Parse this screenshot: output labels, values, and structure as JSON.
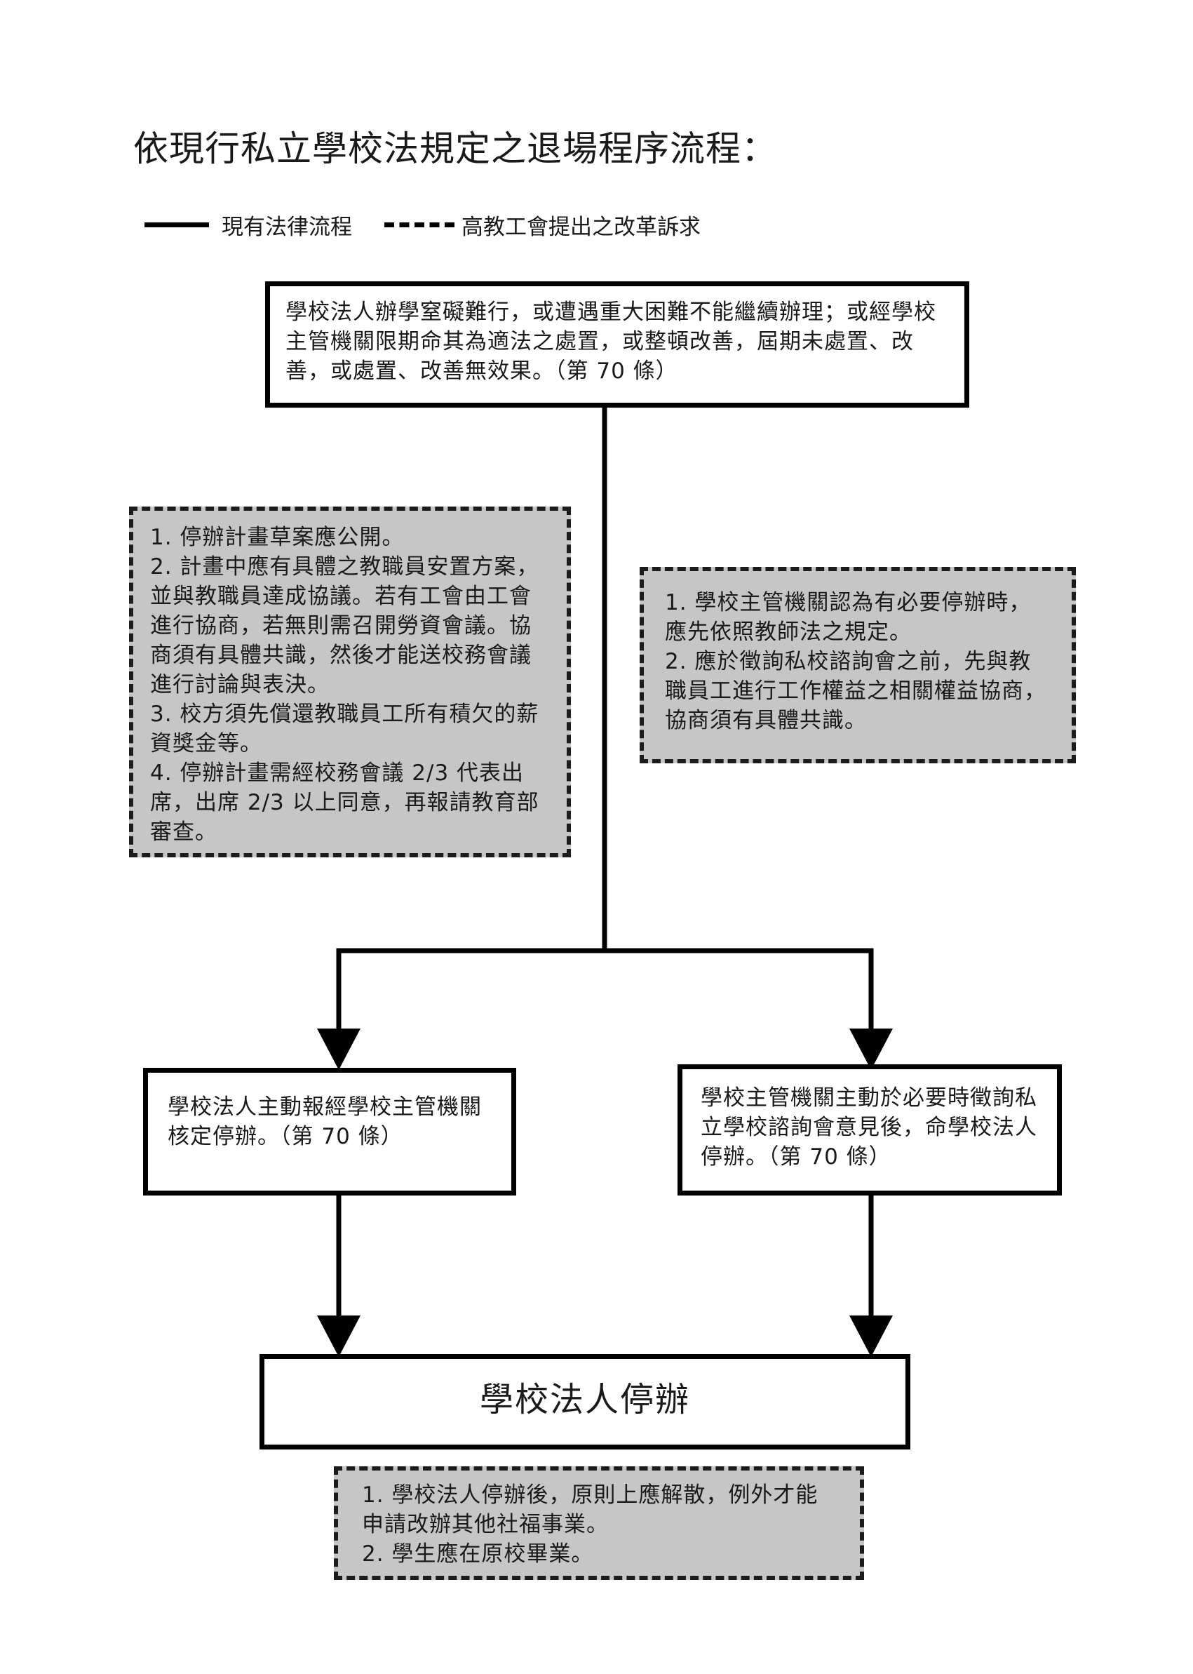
{
  "title": "依現行私立學校法規定之退場程序流程：",
  "legend": {
    "solid_label": "現有法律流程",
    "dashed_label": "高教工會提出之改革訴求"
  },
  "boxes": {
    "top": "學校法人辦學窒礙難行，或遭遇重大困難不能繼續辦理；或經學校主管機關限期命其為適法之處置，或整頓改善，屆期未處置、改善，或處置、改善無效果。（第 70 條）",
    "left_demands": [
      "1. 停辦計畫草案應公開。",
      "2. 計畫中應有具體之教職員安置方案，並與教職員達成協議。若有工會由工會進行協商，若無則需召開勞資會議。協商須有具體共識，然後才能送校務會議進行討論與表決。",
      "3. 校方須先償還教職員工所有積欠的薪資獎金等。",
      "4. 停辦計畫需經校務會議 2/3 代表出席，出席 2/3 以上同意，再報請教育部審查。"
    ],
    "right_demands": [
      "1. 學校主管機關認為有必要停辦時，應先依照教師法之規定。",
      "2. 應於徵詢私校諮詢會之前，先與教職員工進行工作權益之相關權益協商，協商須有具體共識。"
    ],
    "left_branch": "學校法人主動報經學校主管機關核定停辦。（第 70 條）",
    "right_branch": "學校主管機關主動於必要時徵詢私立學校諮詢會意見後，命學校法人停辦。（第 70 條）",
    "final": "學校法人停辦",
    "bottom_demands": [
      "1. 學校法人停辦後，原則上應解散，例外才能申請改辦其他社福事業。",
      "2. 學生應在原校畢業。"
    ]
  }
}
